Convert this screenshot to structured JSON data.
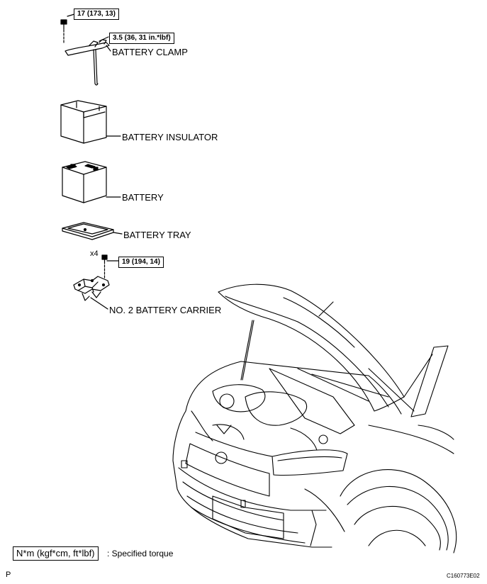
{
  "torques": {
    "battery_clamp_bolt": "17 (173, 13)",
    "battery_clamp_nut": "3.5 (36, 31 in.*lbf)",
    "carrier_bolts": "19 (194, 14)",
    "carrier_bolt_qty": "x4"
  },
  "labels": {
    "battery_clamp": "BATTERY CLAMP",
    "battery_insulator": "BATTERY INSULATOR",
    "battery": "BATTERY",
    "battery_tray": "BATTERY TRAY",
    "carrier": "NO. 2 BATTERY CARRIER"
  },
  "legend": {
    "unit_box": "N*m (kgf*cm, ft*lbf)",
    "description": ": Specified torque"
  },
  "footer": {
    "left_mark": "P",
    "figure_code": "C160773E02"
  }
}
